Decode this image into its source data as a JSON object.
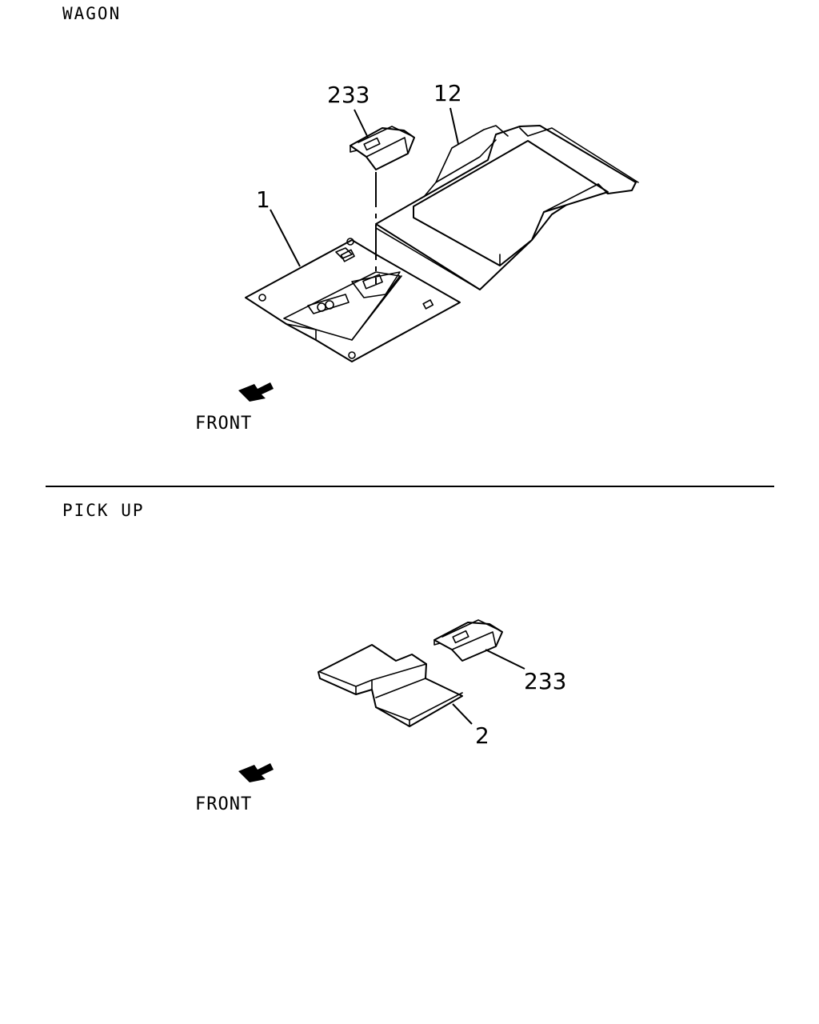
{
  "sections": [
    {
      "title": "WAGON",
      "callouts": [
        "233",
        "12",
        "1"
      ],
      "direction_label": "FRONT"
    },
    {
      "title": "PICK UP",
      "callouts": [
        "233",
        "2"
      ],
      "direction_label": "FRONT"
    }
  ],
  "icons": [
    "front-arrow-icon"
  ]
}
